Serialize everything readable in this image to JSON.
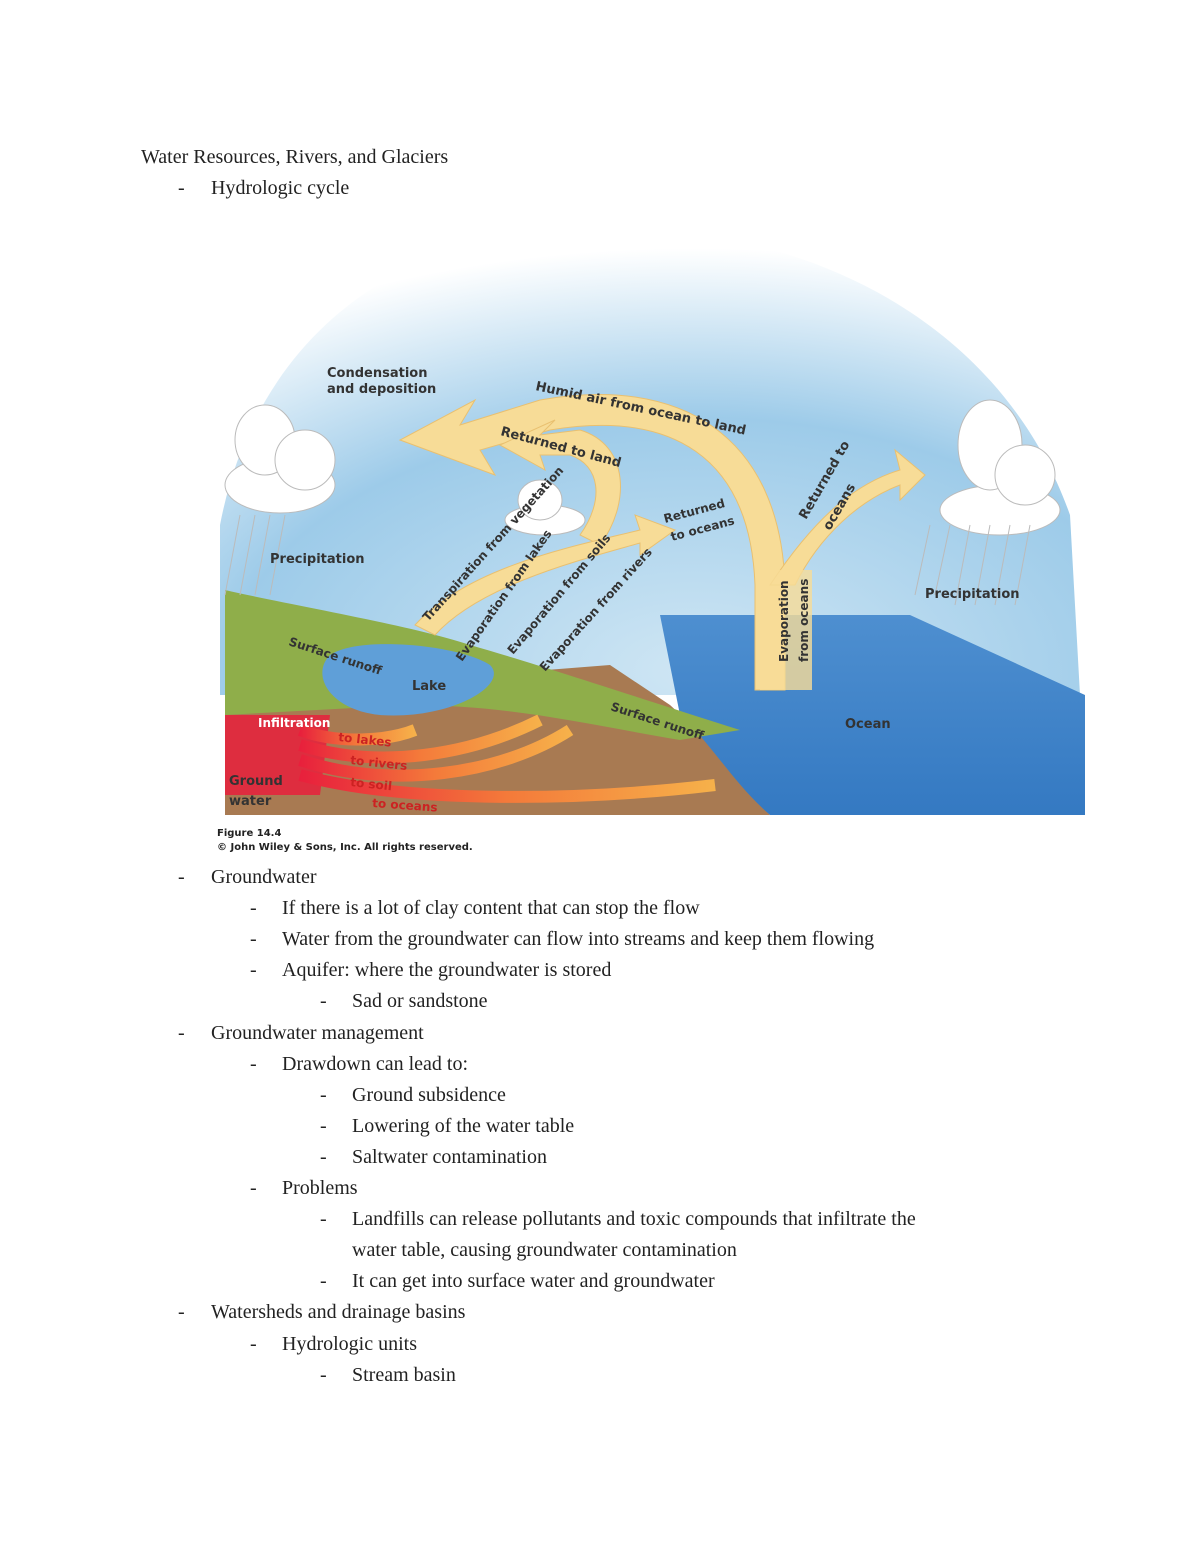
{
  "title": "Water Resources, Rivers, and Glaciers",
  "figure": {
    "labels": {
      "condensation": [
        "Condensation",
        "and deposition"
      ],
      "humid_air": "Humid air from ocean to land",
      "returned_to_land": "Returned to land",
      "returned_to_oceans_top": [
        "Returned to",
        "oceans"
      ],
      "precipitation_left": "Precipitation",
      "precipitation_right": "Precipitation",
      "transpiration": "Transpiration from vegetation",
      "evap_lakes": "Evaporation from lakes",
      "evap_soils": "Evaporation from soils",
      "evap_rivers": "Evaporation from rivers",
      "returned_to_oceans_mid": [
        "Returned",
        "to oceans"
      ],
      "evap_oceans": [
        "Evaporation",
        "from oceans"
      ],
      "surface_runoff_left": "Surface runoff",
      "surface_runoff_right": "Surface runoff",
      "lake": "Lake",
      "ocean": "Ocean",
      "infiltration": "Infiltration",
      "to_lakes": "to lakes",
      "to_rivers": "to rivers",
      "to_soil": "to soil",
      "to_oceans": "to oceans",
      "ground_water": [
        "Ground",
        "water"
      ]
    },
    "caption": [
      "Figure 14.4",
      "© John Wiley & Sons, Inc. All rights reserved."
    ]
  },
  "outline": [
    {
      "level": 1,
      "text": "Hydrologic cycle"
    },
    {
      "level": 1,
      "text": "Groundwater"
    },
    {
      "level": 2,
      "text": "If there is a lot of clay content that can stop the flow"
    },
    {
      "level": 2,
      "text": "Water from the groundwater can flow into streams and keep them flowing"
    },
    {
      "level": 2,
      "text": "Aquifer: where the groundwater is stored"
    },
    {
      "level": 3,
      "text": "Sad or sandstone"
    },
    {
      "level": 1,
      "text": "Groundwater management"
    },
    {
      "level": 2,
      "text": "Drawdown can lead to:"
    },
    {
      "level": 3,
      "text": "Ground subsidence"
    },
    {
      "level": 3,
      "text": "Lowering of the water table"
    },
    {
      "level": 3,
      "text": "Saltwater contamination"
    },
    {
      "level": 2,
      "text": "Problems"
    },
    {
      "level": 3,
      "text": "Landfills can release pollutants and toxic compounds that infiltrate the"
    },
    {
      "level": 3,
      "text": "water table, causing groundwater contamination",
      "continuation": true
    },
    {
      "level": 3,
      "text": "It can get into surface water and groundwater"
    },
    {
      "level": 1,
      "text": "Watersheds and drainage basins"
    },
    {
      "level": 2,
      "text": "Hydrologic units"
    },
    {
      "level": 3,
      "text": "Stream basin"
    }
  ],
  "bullet": "-"
}
